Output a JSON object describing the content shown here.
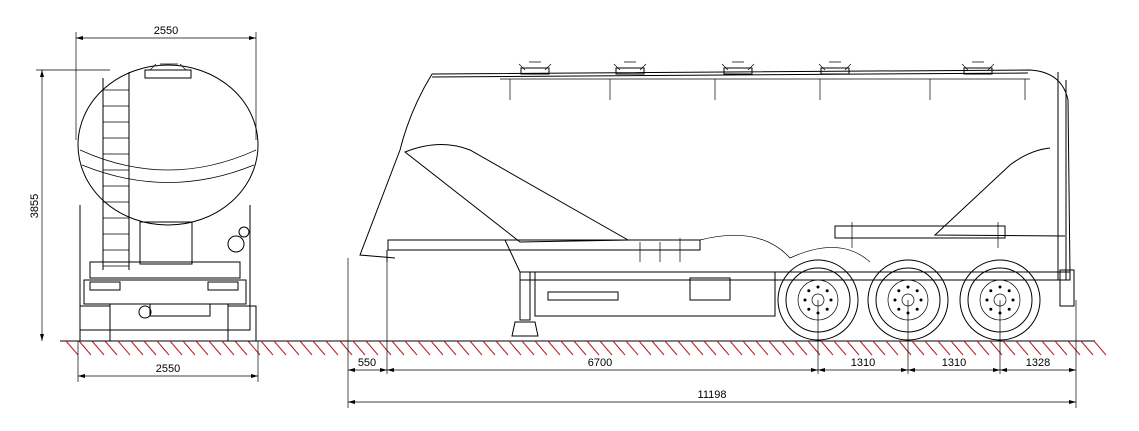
{
  "dimensions": {
    "rear_top_width": "2550",
    "rear_bottom_width": "2550",
    "height": "3855",
    "front_overhang": "550",
    "kingpin_to_axle": "6700",
    "axle_spacing_1": "1310",
    "axle_spacing_2": "1310",
    "rear_overhang": "1328",
    "total_length": "11198"
  },
  "colors": {
    "line": "#000000",
    "ground_hatch": "#c21a1a",
    "background": "#ffffff"
  }
}
